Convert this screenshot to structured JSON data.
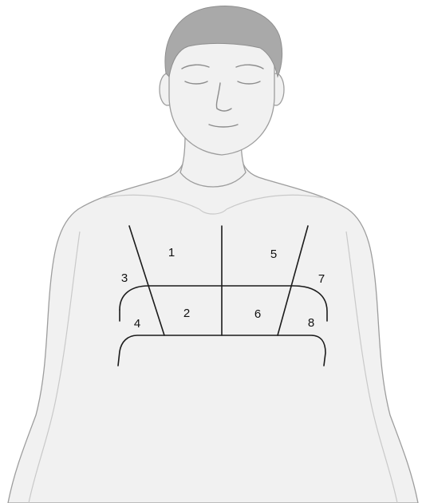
{
  "zones": [
    {
      "id": "1",
      "label": "1"
    },
    {
      "id": "2",
      "label": "2"
    },
    {
      "id": "3",
      "label": "3"
    },
    {
      "id": "4",
      "label": "4"
    },
    {
      "id": "5",
      "label": "5"
    },
    {
      "id": "6",
      "label": "6"
    },
    {
      "id": "7",
      "label": "7"
    },
    {
      "id": "8",
      "label": "8"
    }
  ],
  "colors": {
    "skin": "#f1f1f1",
    "outline": "#9d9d9d",
    "hair": "#a9a9a9",
    "zone_lines": "#1b1b1b"
  }
}
